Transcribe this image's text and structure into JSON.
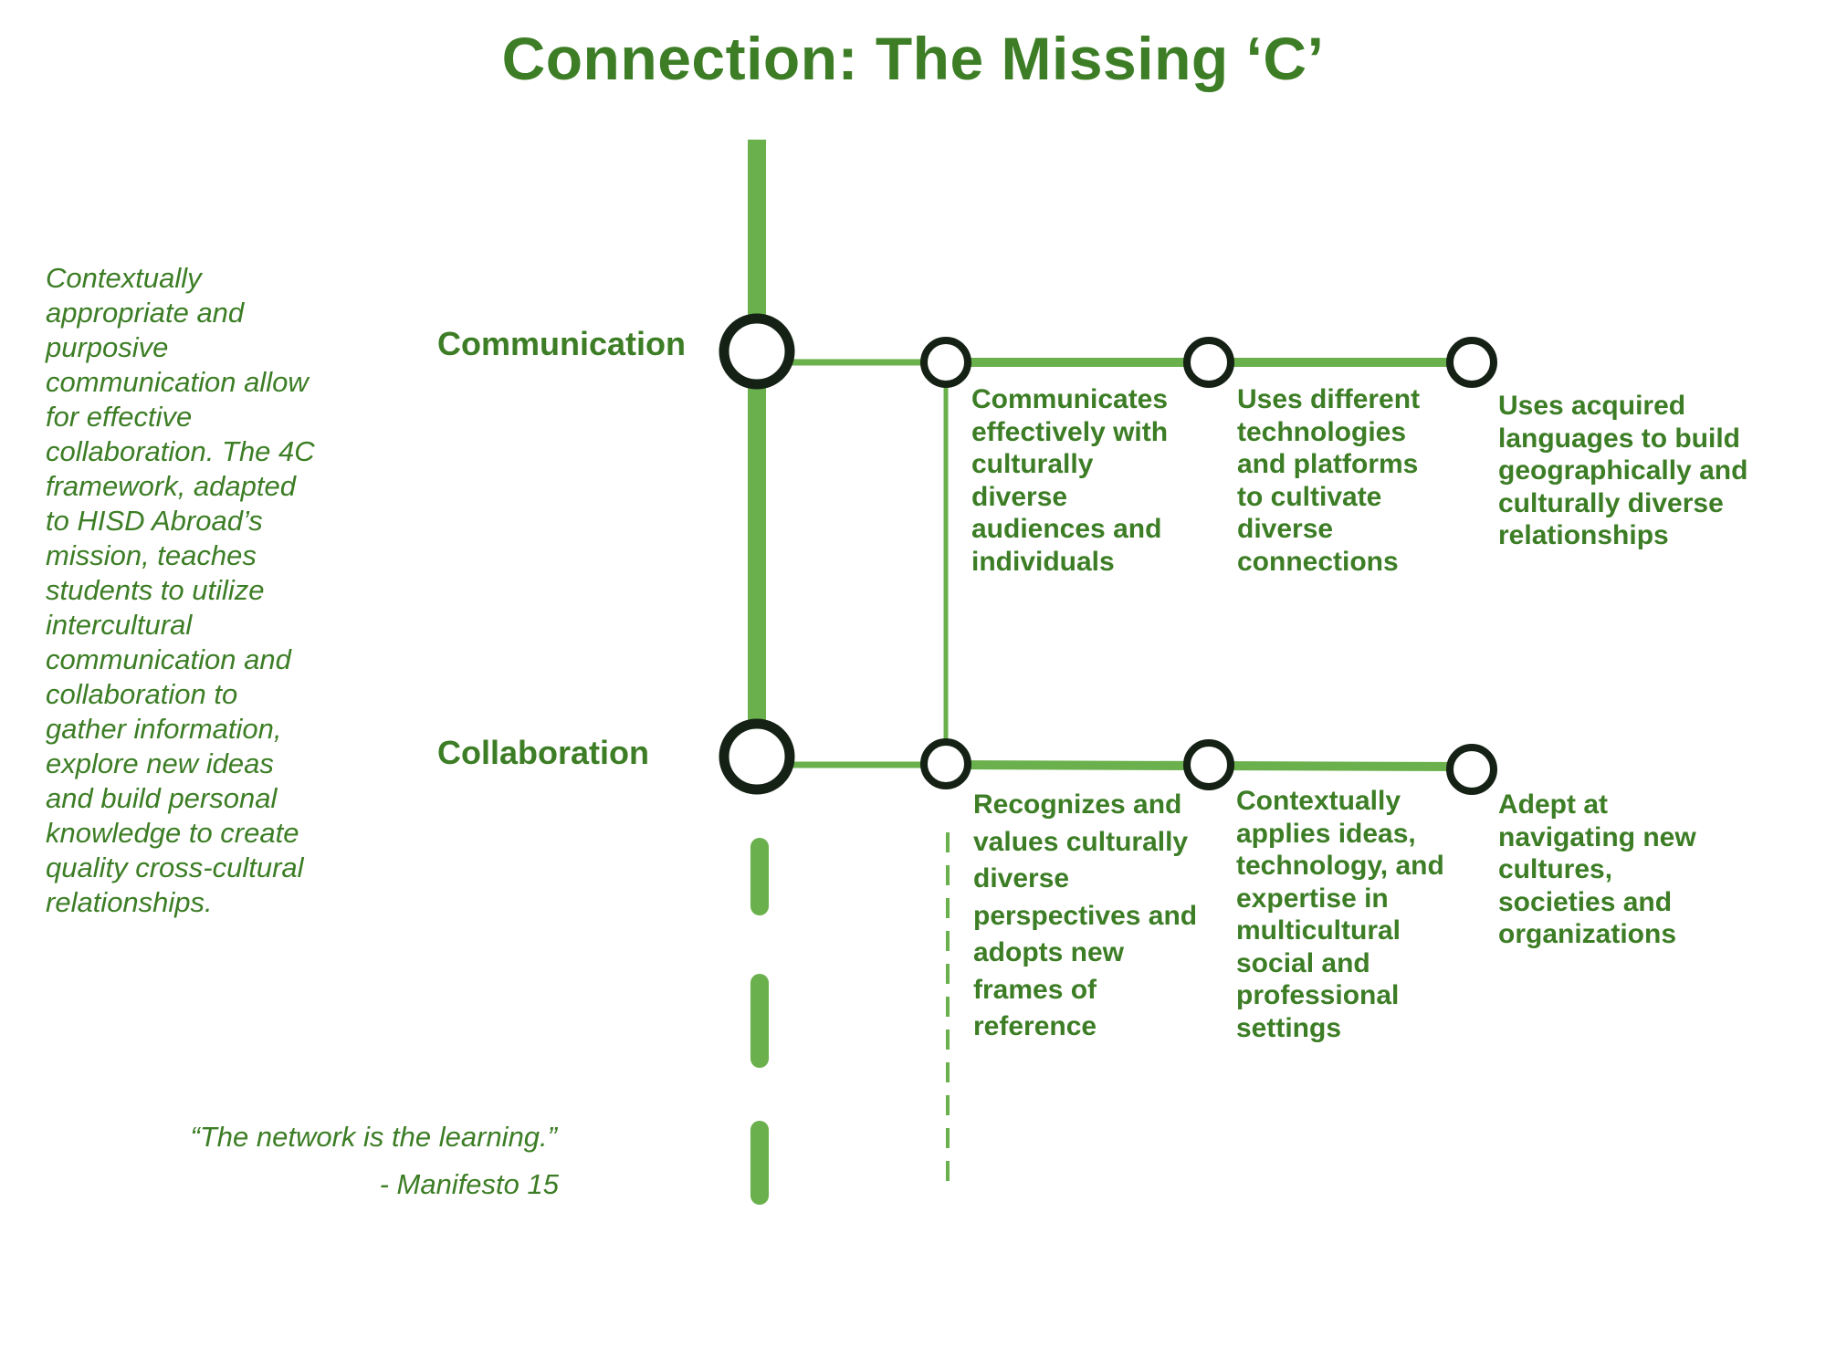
{
  "title": "Connection: The Missing ‘C’",
  "intro_text": "Contextually appropriate and purposive communication allow for effective collaboration. The 4C framework, adapted to HISD Abroad’s mission, teaches students to utilize intercultural communication and collaboration to gather information, explore new ideas and build personal knowledge to create quality cross-cultural relationships.",
  "quote": {
    "text": "“The network is the learning.”",
    "attribution": "- Manifesto 15"
  },
  "colors": {
    "green_text": "#3c7d25",
    "green_line": "#6ab04c",
    "node_stroke": "#142114"
  },
  "rows": [
    {
      "label": "Communication",
      "items": [
        "Communicates effectively with culturally diverse audiences and individuals",
        "Uses different technologies and platforms to cultivate diverse connections",
        "Uses acquired languages to build geographically and culturally diverse relationships"
      ]
    },
    {
      "label": "Collaboration",
      "items": [
        "Recognizes and values culturally diverse perspectives and adopts new frames of reference",
        "Contextually applies ideas, technology, and expertise in multicultural social and professional settings",
        "Adept at navigating new cultures, societies and organizations"
      ]
    }
  ]
}
